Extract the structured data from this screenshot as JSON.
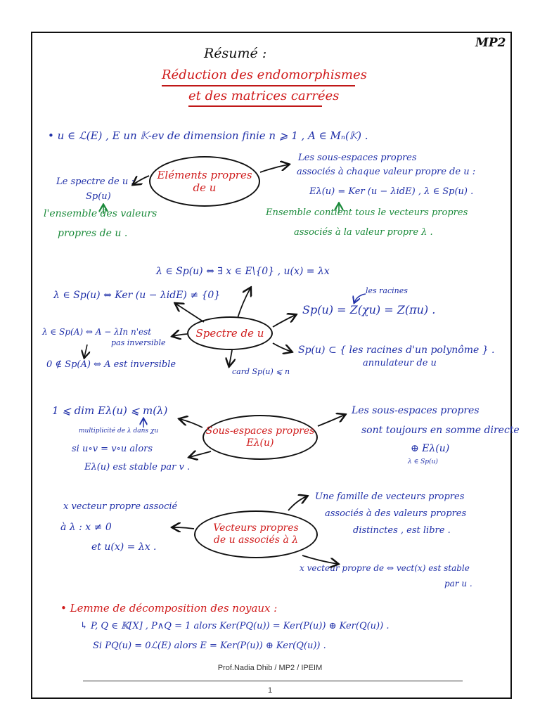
{
  "header": {
    "corner": "MP2",
    "summary": "Résumé :",
    "title_line1": "Réduction des endomorphismes",
    "title_line2": "et des matrices carrées"
  },
  "intro": "• u ∈ ℒ(E) , E un 𝕂-ev de dimension finie n ⩾ 1 , A ∈ Mₙ(𝕂) .",
  "section1": {
    "bubble_line1": "Eléments propres",
    "bubble_line2": "de u",
    "left1": "Le spectre de u :",
    "left2": "Sp(u)",
    "left3": "l'ensemble des valeurs",
    "left4": "propres de u .",
    "right1": "Les sous-espaces propres",
    "right2": "associés à chaque valeur propre de u :",
    "right3": "Eλ(u) = Ker (u − λidE) ,  λ ∈ Sp(u) .",
    "right4": "Ensemble contient tous le vecteurs propres",
    "right5": "associés à la valeur propre λ ."
  },
  "section2": {
    "bubble": "Spectre de u",
    "top1": "λ ∈ Sp(u) ⇔ ∃ x ∈ E\\{0} , u(x) = λx",
    "top2": "λ ∈ Sp(u) ⇔ Ker (u − λidE) ≠ {0}",
    "roots_label": "les racines",
    "right1": "Sp(u) = Z(χu) = Z(πu) .",
    "right2": "Sp(u) ⊂ { les racines d'un polynôme } .",
    "right3": "annulateur de u",
    "left1": "λ ∈ Sp(A) ⇔ A − λIn n'est",
    "left2": "pas inversible",
    "left3": "0 ∉ Sp(A) ⇔ A est inversible",
    "bottom": "card Sp(u) ⩽ n"
  },
  "section3": {
    "bubble_line1": "Sous-espaces propres",
    "bubble_line2": "Eλ(u)",
    "left1": "1 ⩽ dim Eλ(u) ⩽ m(λ)",
    "left2": "multiplicité de λ dans χu",
    "left3": "si u∘v = v∘u alors",
    "left4": "Eλ(u) est stable par v .",
    "right1": "Les sous-espaces propres",
    "right2": "sont toujours en somme directe",
    "right3": "⊕ Eλ(u)",
    "right4": "λ ∈ Sp(u)"
  },
  "section4": {
    "bubble_line1": "Vecteurs propres",
    "bubble_line2": "de u associés à λ",
    "left1": "x vecteur propre associé",
    "left2": "à λ :  x ≠ 0",
    "left3": "et  u(x) = λx .",
    "right1": "Une famille de vecteurs propres",
    "right2": "associés à des valeurs propres",
    "right3": "distinctes , est libre .",
    "right4": "x vecteur propre de ⇔ vect(x) est stable",
    "right5": "par u ."
  },
  "section5": {
    "heading": "• Lemme de décomposition des noyaux :",
    "line1": "↳ P, Q ∈ 𝕂[X] , P∧Q = 1  alors  Ker(PQ(u)) = Ker(P(u)) ⊕ Ker(Q(u)) .",
    "line2": "Si PQ(u) = 0ℒ(E)  alors  E = Ker(P(u)) ⊕ Ker(Q(u)) ."
  },
  "footer": {
    "author": "Prof.Nadia Dhib / MP2 / IPEIM",
    "page": "1"
  },
  "colors": {
    "blue": "#1f2fa8",
    "red": "#d01c1c",
    "green": "#1a8a3a"
  }
}
